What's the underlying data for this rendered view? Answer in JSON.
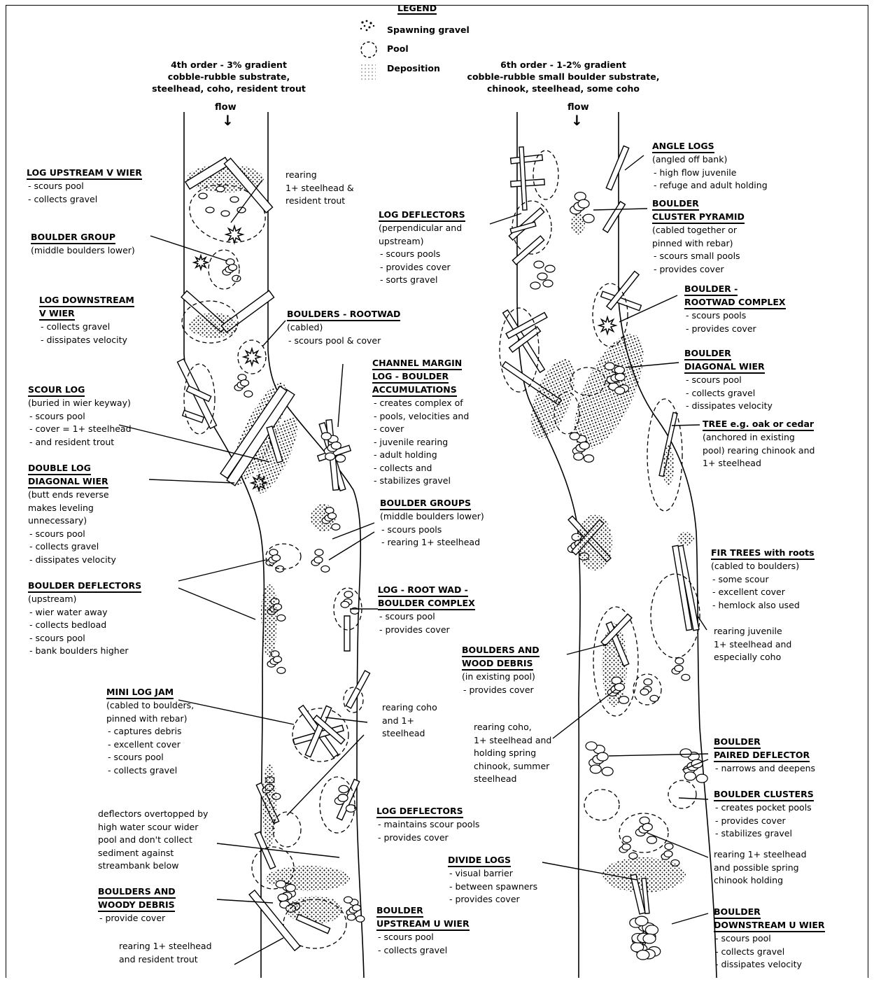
{
  "legend": {
    "title": "LEGEND",
    "items": [
      "Spawning gravel",
      "Pool",
      "Deposition"
    ]
  },
  "left_stream": {
    "header": [
      "4th order - 3% gradient",
      "cobble-rubble substrate,",
      "steelhead, coho, resident trout"
    ],
    "flow": "flow"
  },
  "right_stream": {
    "header": [
      "6th order - 1-2% gradient",
      "cobble-rubble small boulder substrate,",
      "chinook, steelhead, some coho"
    ],
    "flow": "flow"
  },
  "labels": [
    {
      "id": "log-upstream-v-wier",
      "title": [
        "LOG UPSTREAM V WIER"
      ],
      "sub": [],
      "bullets": [
        "scours pool",
        "collects gravel"
      ]
    },
    {
      "id": "rearing-steelhead-trout",
      "title": [],
      "sub": [
        "rearing",
        "1+ steelhead &",
        "resident trout"
      ],
      "bullets": []
    },
    {
      "id": "boulder-group",
      "title": [
        "BOULDER GROUP"
      ],
      "sub": [
        "(middle boulders lower)"
      ],
      "bullets": []
    },
    {
      "id": "log-downstream-v-wier",
      "title": [
        "LOG DOWNSTREAM",
        "V WIER"
      ],
      "sub": [],
      "bullets": [
        "collects gravel",
        "dissipates velocity"
      ]
    },
    {
      "id": "boulders-rootwad",
      "title": [
        "BOULDERS - ROOTWAD"
      ],
      "sub": [
        "(cabled)"
      ],
      "bullets": [
        "scours pool & cover"
      ]
    },
    {
      "id": "scour-log",
      "title": [
        "SCOUR LOG"
      ],
      "sub": [
        "(buried in wier keyway)"
      ],
      "bullets": [
        "scours pool",
        "cover = 1+ steelhead",
        "and resident trout"
      ]
    },
    {
      "id": "channel-margin",
      "title": [
        "CHANNEL MARGIN",
        "LOG - BOULDER",
        "ACCUMULATIONS"
      ],
      "sub": [],
      "bullets": [
        "creates complex of",
        "pools, velocities and",
        "cover",
        "juvenile rearing",
        "adult holding",
        "collects and",
        "stabilizes gravel"
      ]
    },
    {
      "id": "double-log-diagonal-wier",
      "title": [
        "DOUBLE LOG",
        "DIAGONAL WIER"
      ],
      "sub": [
        "(butt ends reverse",
        "makes leveling",
        "unnecessary)"
      ],
      "bullets": [
        "scours pool",
        "collects gravel",
        "dissipates velocity"
      ]
    },
    {
      "id": "boulder-groups",
      "title": [
        "BOULDER GROUPS"
      ],
      "sub": [
        "(middle boulders lower)"
      ],
      "bullets": [
        "scours pools",
        "rearing 1+ steelhead"
      ]
    },
    {
      "id": "boulder-deflectors",
      "title": [
        "BOULDER DEFLECTORS"
      ],
      "sub": [
        "(upstream)"
      ],
      "bullets": [
        "wier water away",
        "collects bedload",
        "scours pool",
        "bank boulders higher"
      ]
    },
    {
      "id": "log-root-wad-boulder-complex",
      "title": [
        "LOG - ROOT WAD -",
        "BOULDER COMPLEX"
      ],
      "sub": [],
      "bullets": [
        "scours pool",
        "provides cover"
      ]
    },
    {
      "id": "mini-log-jam",
      "title": [
        "MINI LOG JAM"
      ],
      "sub": [
        "(cabled to boulders,",
        "pinned with rebar)"
      ],
      "bullets": [
        "captures debris",
        "excellent cover",
        "scours pool",
        "collects gravel"
      ]
    },
    {
      "id": "rearing-coho-steelhead",
      "title": [],
      "sub": [
        "rearing coho",
        "and 1+",
        "steelhead"
      ],
      "bullets": []
    },
    {
      "id": "deflectors-overtopped",
      "title": [],
      "sub": [
        "deflectors overtopped by",
        "high water scour wider",
        "pool and don't collect",
        "sediment against",
        "streambank below"
      ],
      "bullets": []
    },
    {
      "id": "log-deflectors-lower",
      "title": [
        "LOG DEFLECTORS"
      ],
      "sub": [],
      "bullets": [
        "maintains scour pools",
        "provides cover"
      ]
    },
    {
      "id": "boulders-and-woody-debris",
      "title": [
        "BOULDERS AND",
        "WOODY DEBRIS"
      ],
      "sub": [],
      "bullets": [
        "provide cover"
      ]
    },
    {
      "id": "boulder-upstream-u-wier",
      "title": [
        "BOULDER",
        "UPSTREAM U WIER"
      ],
      "sub": [],
      "bullets": [
        "scours pool",
        "collects gravel"
      ]
    },
    {
      "id": "rearing-1-steelhead-trout",
      "title": [],
      "sub": [
        "rearing 1+ steelhead",
        "and resident trout"
      ],
      "bullets": []
    },
    {
      "id": "angle-logs",
      "title": [
        "ANGLE LOGS"
      ],
      "sub": [
        "(angled off bank)"
      ],
      "bullets": [
        "high flow juvenile",
        "refuge and adult holding"
      ]
    },
    {
      "id": "log-deflectors-upper",
      "title": [
        "LOG DEFLECTORS"
      ],
      "sub": [
        "(perpendicular and",
        "upstream)"
      ],
      "bullets": [
        "scours pools",
        "provides cover",
        "sorts gravel"
      ]
    },
    {
      "id": "boulder-cluster-pyramid",
      "title": [
        "BOULDER",
        "CLUSTER PYRAMID"
      ],
      "sub": [
        "(cabled together or",
        "pinned with rebar)"
      ],
      "bullets": [
        "scours small pools",
        "provides cover"
      ]
    },
    {
      "id": "boulder-rootwad-complex",
      "title": [
        "BOULDER -",
        "ROOTWAD COMPLEX"
      ],
      "sub": [],
      "bullets": [
        "scours pools",
        "provides cover"
      ]
    },
    {
      "id": "boulder-diagonal-wier",
      "title": [
        "BOULDER",
        "DIAGONAL WIER"
      ],
      "sub": [],
      "bullets": [
        "scours pool",
        "collects gravel",
        "dissipates velocity"
      ]
    },
    {
      "id": "tree-oak-cedar",
      "title": [
        "TREE e.g. oak or cedar"
      ],
      "sub": [
        "(anchored in existing",
        "pool) rearing chinook and",
        "1+ steelhead"
      ],
      "bullets": []
    },
    {
      "id": "fir-trees",
      "title": [
        "FIR TREES with roots"
      ],
      "sub": [
        "(cabled to boulders)"
      ],
      "bullets": [
        "some scour",
        "excellent cover",
        "hemlock also used"
      ]
    },
    {
      "id": "rearing-juvenile",
      "title": [],
      "sub": [
        "rearing juvenile",
        "1+ steelhead and",
        "especially coho"
      ],
      "bullets": []
    },
    {
      "id": "boulders-and-wood-debris",
      "title": [
        "BOULDERS AND",
        "WOOD DEBRIS"
      ],
      "sub": [
        "(in existing pool)"
      ],
      "bullets": [
        "provides cover"
      ]
    },
    {
      "id": "rearing-coho-chinook",
      "title": [],
      "sub": [
        "rearing coho,",
        "1+ steelhead and",
        "holding spring",
        "chinook, summer",
        "steelhead"
      ],
      "bullets": []
    },
    {
      "id": "boulder-paired-deflector",
      "title": [
        "BOULDER",
        "PAIRED DEFLECTOR"
      ],
      "sub": [],
      "bullets": [
        "narrows and deepens"
      ]
    },
    {
      "id": "boulder-clusters",
      "title": [
        "BOULDER CLUSTERS"
      ],
      "sub": [],
      "bullets": [
        "creates pocket pools",
        "provides cover",
        "stabilizes gravel"
      ]
    },
    {
      "id": "rearing-steelhead-spring-chinook",
      "title": [],
      "sub": [
        "rearing 1+ steelhead",
        "and possible spring",
        "chinook holding"
      ],
      "bullets": []
    },
    {
      "id": "divide-logs",
      "title": [
        "DIVIDE LOGS"
      ],
      "sub": [],
      "bullets": [
        "visual barrier",
        "between spawners",
        "provides cover"
      ]
    },
    {
      "id": "boulder-downstream-u-wier",
      "title": [
        "BOULDER",
        "DOWNSTREAM U WIER"
      ],
      "sub": [],
      "bullets": [
        "scours pool",
        "collects gravel",
        "dissipates velocity"
      ]
    }
  ]
}
